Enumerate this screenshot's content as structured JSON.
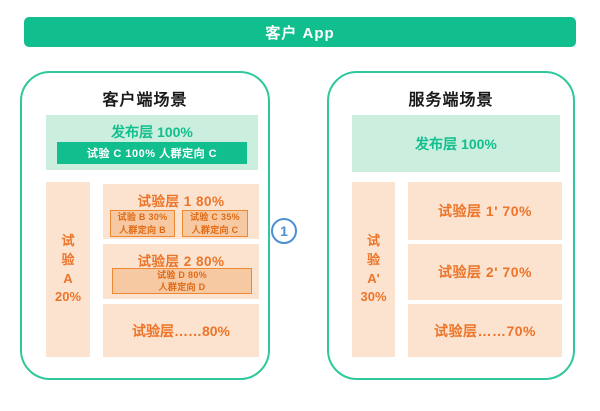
{
  "header": {
    "title": "客户 App"
  },
  "annotation": {
    "label": "1"
  },
  "colors": {
    "green": "#11BE8E",
    "green_border": "#2EC89C",
    "mint": "#CBEEDE",
    "pale_orange": "#FBE3D0",
    "box_orange": "#F7C9A3",
    "box_border": "#EE8933",
    "orange_text": "#ED7428",
    "blue": "#4B8FD4"
  },
  "left_panel": {
    "title": "客户端场景",
    "release_layer": {
      "label": "发布层 100%",
      "experiment": "试验 C 100% 人群定向 C"
    },
    "side_experiment": {
      "lines": [
        "试",
        "验",
        "A",
        "20%"
      ]
    },
    "layers": [
      {
        "title": "试验层 1 80%",
        "boxes": [
          {
            "line1": "试验 B 30%",
            "line2": "人群定向 B"
          },
          {
            "line1": "试验 C 35%",
            "line2": "人群定向 C"
          }
        ]
      },
      {
        "title": "试验层 2 80%",
        "boxes": [
          {
            "line1": "试验 D 80%",
            "line2": "人群定向 D"
          }
        ]
      },
      {
        "title": "试验层……80%"
      }
    ]
  },
  "right_panel": {
    "title": "服务端场景",
    "release_layer": {
      "label": "发布层 100%"
    },
    "side_experiment": {
      "lines": [
        "试",
        "验",
        "A'",
        "30%"
      ]
    },
    "layers": [
      {
        "title": "试验层 1' 70%"
      },
      {
        "title": "试验层 2' 70%"
      },
      {
        "title": "试验层……70%"
      }
    ]
  }
}
